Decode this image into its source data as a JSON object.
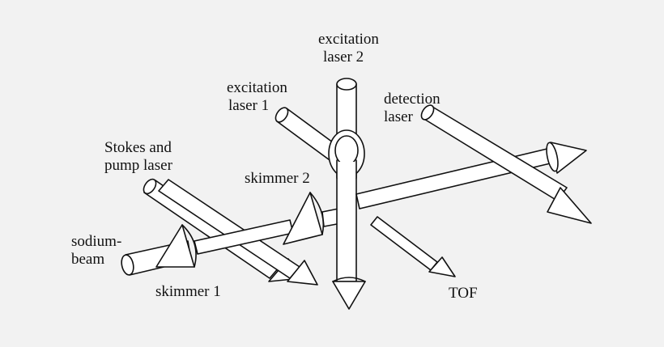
{
  "labels": {
    "excitation_laser_2": [
      "excitation",
      "laser 2"
    ],
    "excitation_laser_1": [
      "excitation",
      "laser 1"
    ],
    "detection_laser": [
      "detection",
      "laser"
    ],
    "stokes_pump_laser": [
      "Stokes and",
      "pump laser"
    ],
    "skimmer_2": "skimmer 2",
    "sodium_beam": [
      "sodium-",
      "beam"
    ],
    "skimmer_1": "skimmer 1",
    "tof": "TOF"
  },
  "colors": {
    "background": "#f2f2f2",
    "stroke": "#111111",
    "fill": "#ffffff"
  }
}
